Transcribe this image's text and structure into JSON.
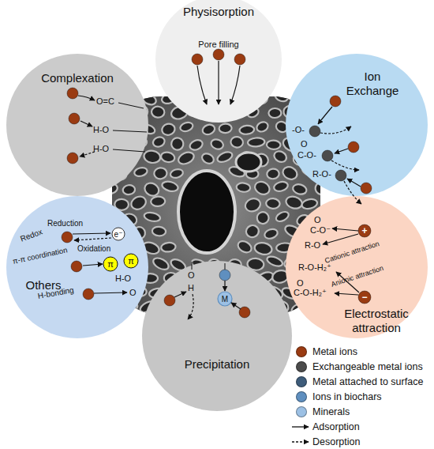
{
  "diagram": {
    "nodes": [
      {
        "text": [
          "Physisorption"
        ]
      },
      {
        "text": [
          "Complexation"
        ]
      },
      {
        "text": [
          "Ion Exchange"
        ]
      },
      {
        "text": [
          "Others"
        ]
      },
      {
        "text": [
          "Electrostatic attraction"
        ]
      },
      {
        "text": [
          "Precipitation"
        ]
      }
    ],
    "labels": [
      "Pore filling",
      "O=C",
      "H-O",
      "H-O",
      "-O-",
      "O",
      "C-O-",
      "R-O-",
      "O",
      "C-O⁻",
      "R-O",
      "+",
      "Cationic attraction",
      "R-O-H₂⁺",
      "Anionic attraction",
      "O",
      "C-O-H₂⁺",
      "−",
      "Redox",
      "Reduction",
      "e⁻",
      "Oxidation",
      "π-π coordination",
      "π",
      "π",
      "H-O",
      "O",
      "H-bonding",
      "O",
      "H",
      "M",
      "M"
    ],
    "legend": [
      {
        "text": "Metal ions",
        "color": "#9a3b12"
      },
      {
        "text": "Exchangeable metal ions",
        "color": "#4b4b4b"
      },
      {
        "text": "Metal attached to surface",
        "color": "#3e5c7a"
      },
      {
        "text": "Ions in biochars",
        "color": "#5f8fbf"
      },
      {
        "text": "Minerals",
        "color": "#9cc0e4"
      },
      {
        "text": "Adsorption"
      },
      {
        "text": "Desorption"
      }
    ]
  }
}
